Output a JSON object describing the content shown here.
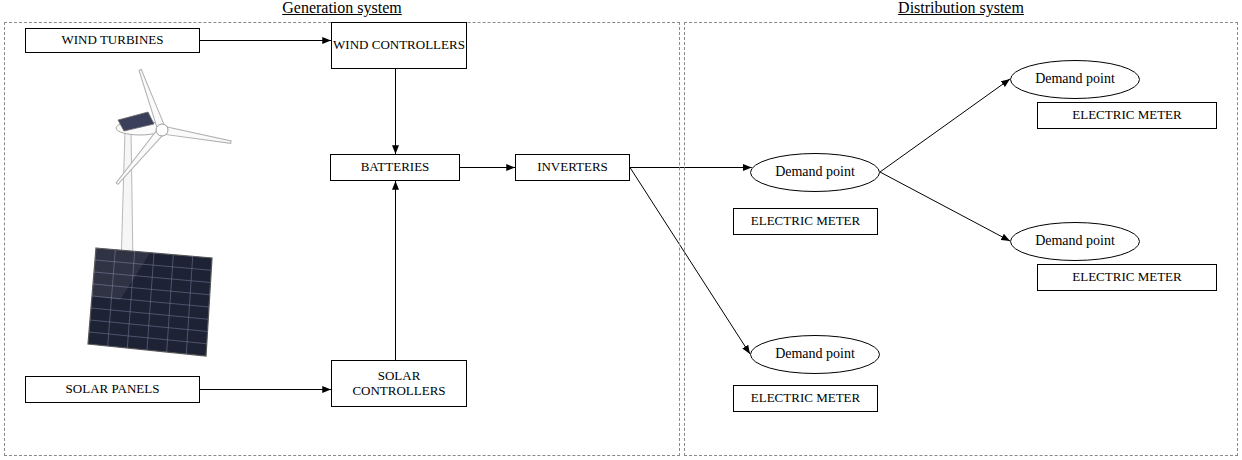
{
  "diagram": {
    "nodes": [
      {
        "text": [
          "Generation system"
        ]
      },
      {
        "text": [
          "WIND TURBINES"
        ],
        "in": 0
      },
      {
        "text": [
          "WIND CONTROLLERS"
        ],
        "in": 0
      },
      {
        "text": [
          "BATTERIES"
        ],
        "in": 0
      },
      {
        "text": [
          "INVERTERS"
        ],
        "in": 0
      },
      {
        "text": [
          "SOLAR PANELS"
        ],
        "in": 0
      },
      {
        "text": [
          "SOLAR CONTROLLERS"
        ],
        "in": 0
      },
      {
        "text": [
          "Distribution system"
        ]
      },
      {
        "text": [
          "Demand point"
        ],
        "in": 7
      },
      {
        "text": [
          "ELECTRIC METER"
        ],
        "in": 7
      },
      {
        "text": [
          "Demand point"
        ],
        "in": 7
      },
      {
        "text": [
          "ELECTRIC METER"
        ],
        "in": 7
      },
      {
        "text": [
          "Demand point"
        ],
        "in": 7
      },
      {
        "text": [
          "ELECTRIC METER"
        ],
        "in": 7
      },
      {
        "text": [
          "Demand point"
        ],
        "in": 7
      },
      {
        "text": [
          "ELECTRIC METER"
        ],
        "in": 7
      }
    ],
    "edges": [
      {
        "from": 1,
        "to": 2,
        "arrow": "to"
      },
      {
        "from": 2,
        "to": 3,
        "arrow": "to"
      },
      {
        "from": 5,
        "to": 6,
        "arrow": "to"
      },
      {
        "from": 6,
        "to": 3,
        "arrow": "to"
      },
      {
        "from": 3,
        "to": 4,
        "arrow": "to"
      },
      {
        "from": 4,
        "to": 8,
        "arrow": "to"
      },
      {
        "from": 4,
        "to": 14,
        "arrow": "to"
      },
      {
        "from": 8,
        "to": 10,
        "arrow": "to"
      },
      {
        "from": 8,
        "to": 12,
        "arrow": "to"
      }
    ]
  }
}
